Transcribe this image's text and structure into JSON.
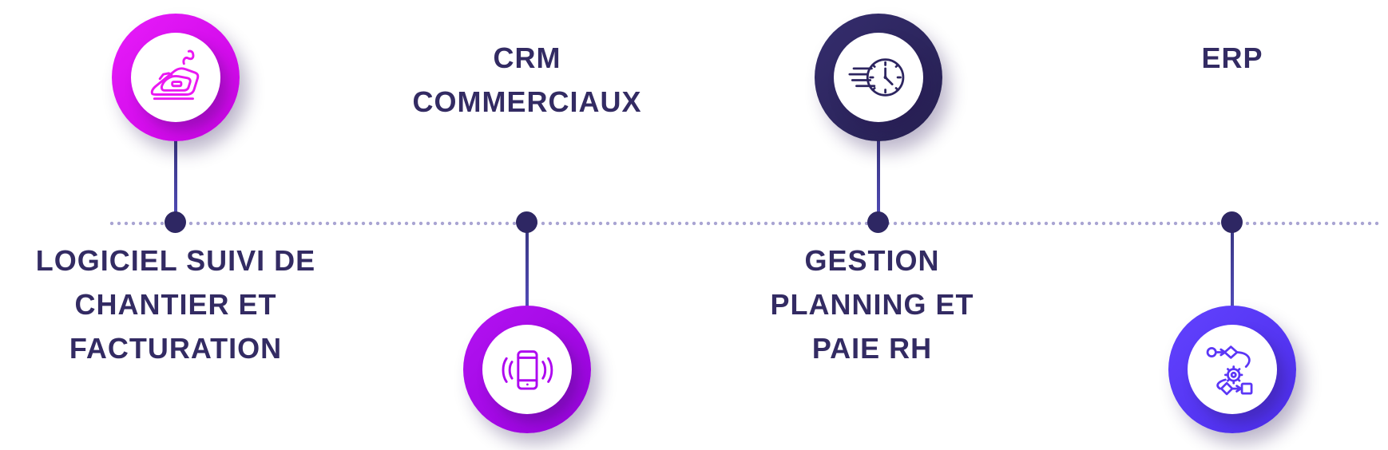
{
  "diagram": {
    "type": "horizontal-timeline-infographic",
    "language": "fr",
    "colors": {
      "text": "#332b63",
      "timeline_small_dots": "#a9a4d2",
      "timeline_node_dot": "#2e2763",
      "connector_line": "#413fa0",
      "ring_magenta": "#d608ee",
      "ring_purple": "#a507e9",
      "ring_navy": "#2d2560",
      "ring_violet": "#5634f2"
    },
    "items": [
      {
        "id": "logiciel-suivi-chantier",
        "label": "LOGICIEL SUIVI DE CHANTIER ET FACTURATION",
        "label_lines": [
          "LOGICIEL SUIVI DE",
          "CHANTIER ET",
          "FACTURATION"
        ],
        "icon": "iron-icon",
        "badge_position": "above-line",
        "label_position": "below-line",
        "ring_color": "#d608ee"
      },
      {
        "id": "crm-commerciaux",
        "label": "CRM COMMERCIAUX",
        "label_lines": [
          "CRM",
          "COMMERCIAUX"
        ],
        "icon": "vibrating-phone-icon",
        "badge_position": "below-line",
        "label_position": "above-line",
        "ring_color": "#a507e9"
      },
      {
        "id": "gestion-planning-paie-rh",
        "label": "GESTION PLANNING ET PAIE RH",
        "label_lines": [
          "GESTION",
          "PLANNING ET",
          "PAIE RH"
        ],
        "icon": "fast-clock-icon",
        "badge_position": "above-line",
        "label_position": "below-line",
        "ring_color": "#2d2560"
      },
      {
        "id": "erp",
        "label": "ERP",
        "label_lines": [
          "ERP"
        ],
        "icon": "workflow-process-icon",
        "badge_position": "below-line",
        "label_position": "above-line",
        "ring_color": "#5634f2"
      }
    ]
  }
}
